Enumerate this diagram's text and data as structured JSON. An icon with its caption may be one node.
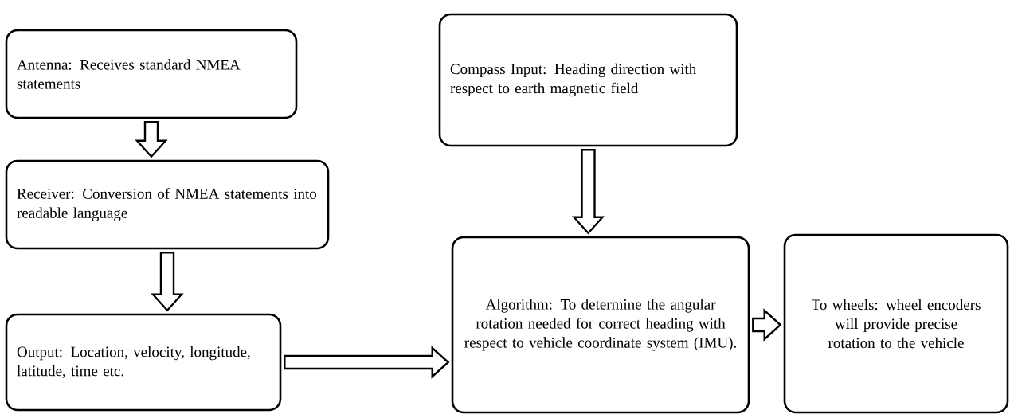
{
  "diagram": {
    "nodes": [
      {
        "text": [
          "Antenna: Receives standard NMEA statements"
        ]
      },
      {
        "text": [
          "Receiver: Conversion of NMEA statements into readable language"
        ]
      },
      {
        "text": [
          "Output: Location, velocity, longitude, latitude, time etc."
        ]
      },
      {
        "text": [
          "Compass Input: Heading direction with respect to earth magnetic field"
        ]
      },
      {
        "text": [
          "Algorithm: To determine the angular rotation needed for correct heading with respect to vehicle coordinate system (IMU)."
        ]
      },
      {
        "text": [
          "To wheels: wheel encoders will provide precise rotation to the vehicle"
        ]
      }
    ],
    "edges": [
      {
        "from": 0,
        "to": 1,
        "arrow": "to"
      },
      {
        "from": 1,
        "to": 2,
        "arrow": "to"
      },
      {
        "from": 3,
        "to": 4,
        "arrow": "to"
      },
      {
        "from": 2,
        "to": 4,
        "arrow": "to"
      },
      {
        "from": 4,
        "to": 5,
        "arrow": "to"
      }
    ]
  }
}
